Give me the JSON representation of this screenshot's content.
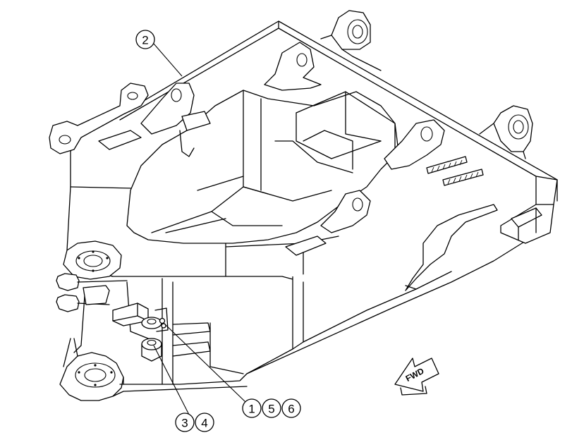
{
  "callouts": [
    {
      "label": "2"
    },
    {
      "label": "1"
    },
    {
      "label": "5"
    },
    {
      "label": "6"
    },
    {
      "label": "3"
    },
    {
      "label": "4"
    }
  ],
  "direction_arrow": {
    "label": "FWD"
  }
}
